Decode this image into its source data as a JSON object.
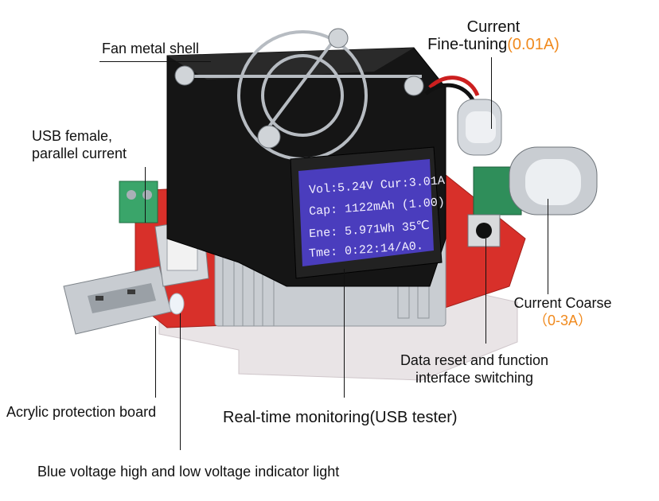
{
  "labels": {
    "fan": "Fan metal shell",
    "current_fine_line1": "Current",
    "current_fine_line2": "Fine-tuning",
    "current_fine_range": "(0.01A)",
    "usb_female_line1": "USB female,",
    "usb_female_line2": "parallel current",
    "current_coarse": "Current Coarse",
    "current_coarse_range": "（0-3A）",
    "data_reset_line1": "Data reset and function",
    "data_reset_line2": "interface switching",
    "acrylic": "Acrylic protection board",
    "realtime": "Real-time monitoring(USB tester)",
    "blue_light": "Blue voltage high and low voltage indicator light"
  },
  "lcd": {
    "row1": "Vol:5.24V Cur:3.01A",
    "row2": "Cap: 1122mAh (1.00)",
    "row3": "Ene: 5.971Wh  35℃",
    "row4": "Tme: 0:22:14/A0."
  },
  "colors": {
    "accent": "#f08a1e",
    "lcd_bg": "#4a3dbd",
    "pcb": "#d8302a",
    "heatsink": "#c9cdd2",
    "fan": "#1a1a1a"
  }
}
